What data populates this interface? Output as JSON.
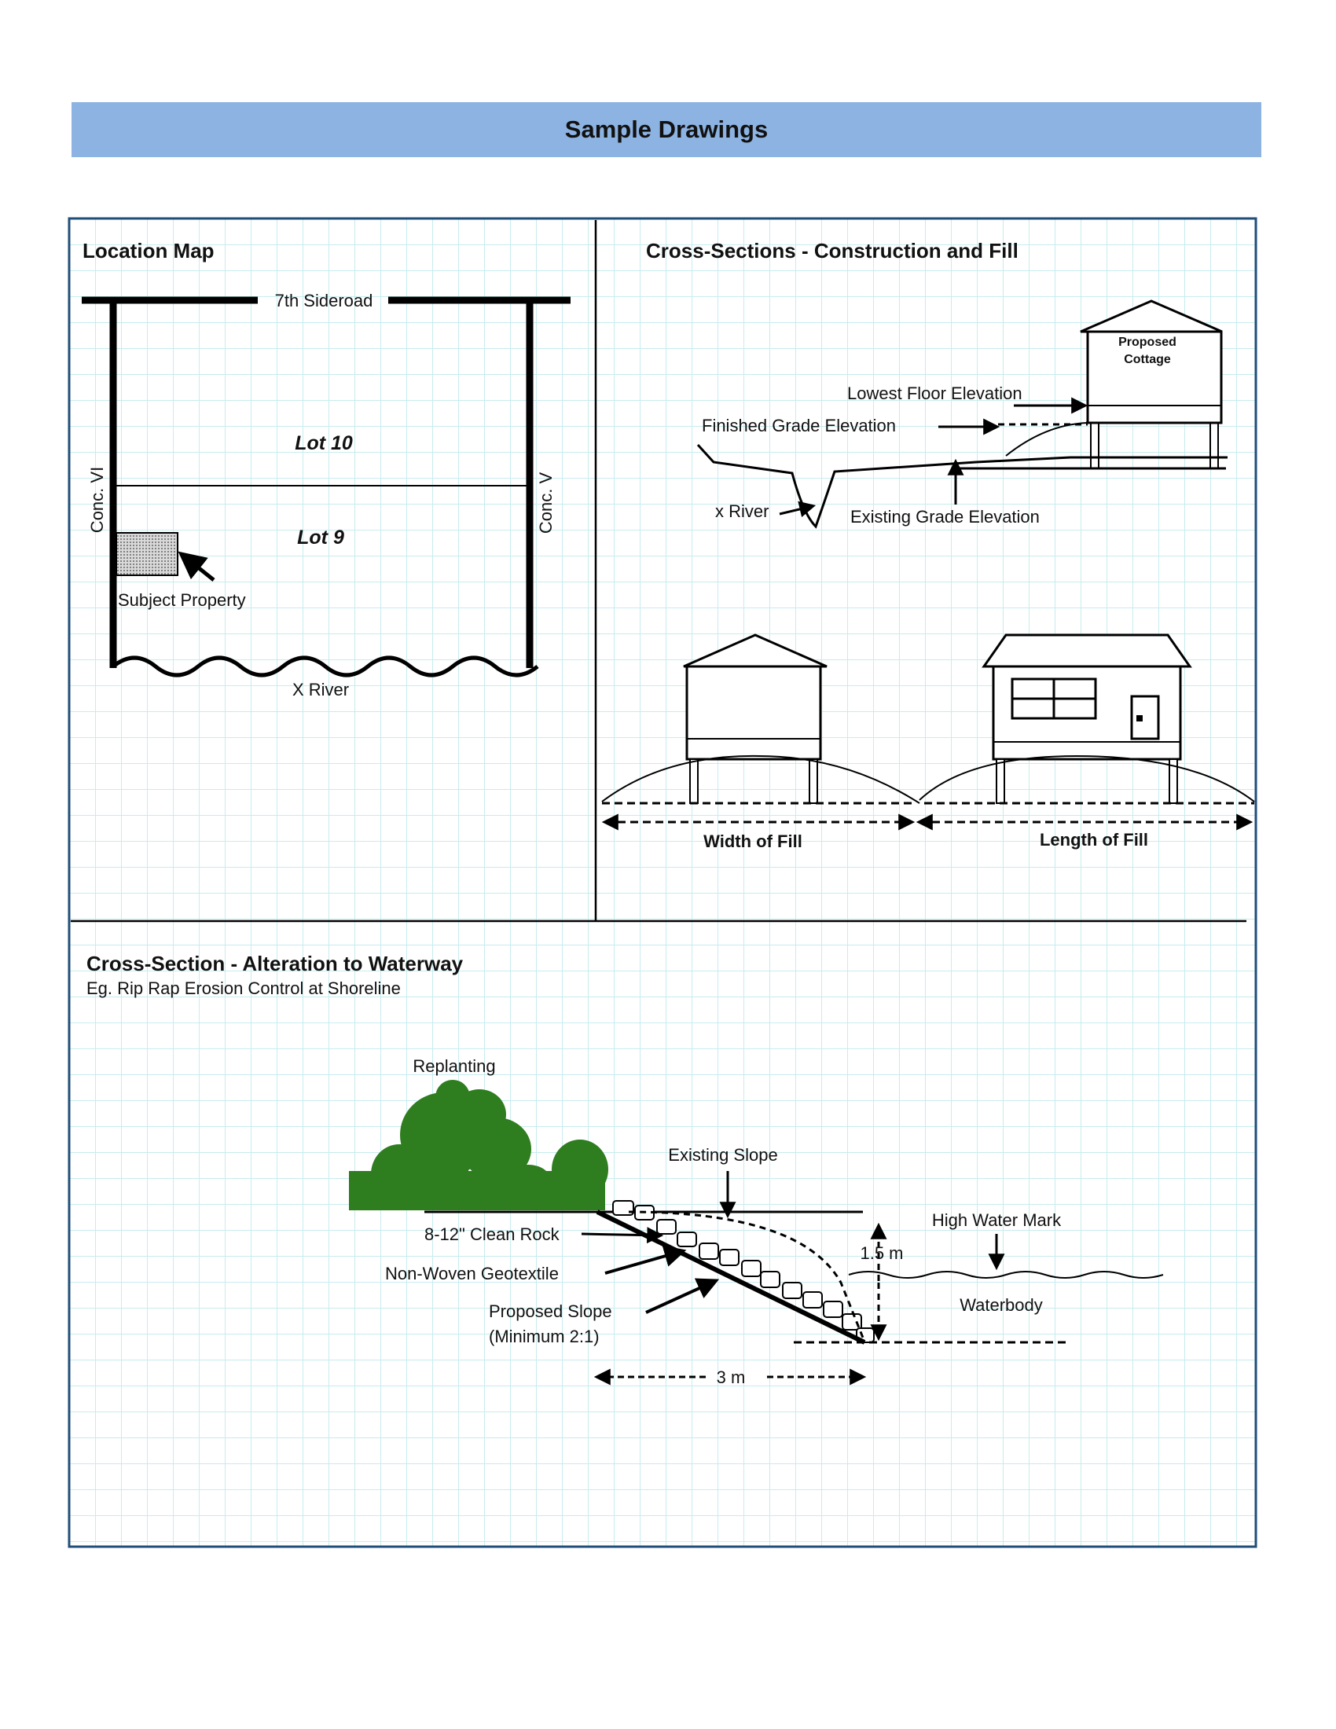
{
  "header": {
    "title": "Sample Drawings"
  },
  "location_map": {
    "title": "Location Map",
    "road": "7th Sideroad",
    "lot_upper": "Lot 10",
    "lot_lower": "Lot 9",
    "left_concession": "Conc. VI",
    "right_concession": "Conc. V",
    "subject": "Subject Property",
    "river": "X River"
  },
  "cross_sections_fill": {
    "title": "Cross-Sections - Construction and Fill",
    "cottage_line1": "Proposed",
    "cottage_line2": "Cottage",
    "lowest_floor": "Lowest Floor Elevation",
    "finished_grade": "Finished Grade Elevation",
    "river": "x River",
    "existing_grade": "Existing Grade Elevation",
    "width_of_fill": "Width of Fill",
    "length_of_fill": "Length of Fill"
  },
  "waterway": {
    "title": "Cross-Section - Alteration to Waterway",
    "subtitle": "Eg. Rip Rap Erosion Control at Shoreline",
    "replanting": "Replanting",
    "existing_slope": "Existing Slope",
    "clean_rock": "8-12\" Clean Rock",
    "geotextile": "Non-Woven Geotextile",
    "proposed_slope_1": "Proposed Slope",
    "proposed_slope_2": "(Minimum 2:1)",
    "high_water": "High Water Mark",
    "height": "1.5 m",
    "waterbody": "Waterbody",
    "width": "3 m"
  },
  "colors": {
    "header_bg": "#8db3e2",
    "grid": "#c7ecef",
    "frame": "#1f4e79",
    "vegetation": "#2e7d1f"
  }
}
